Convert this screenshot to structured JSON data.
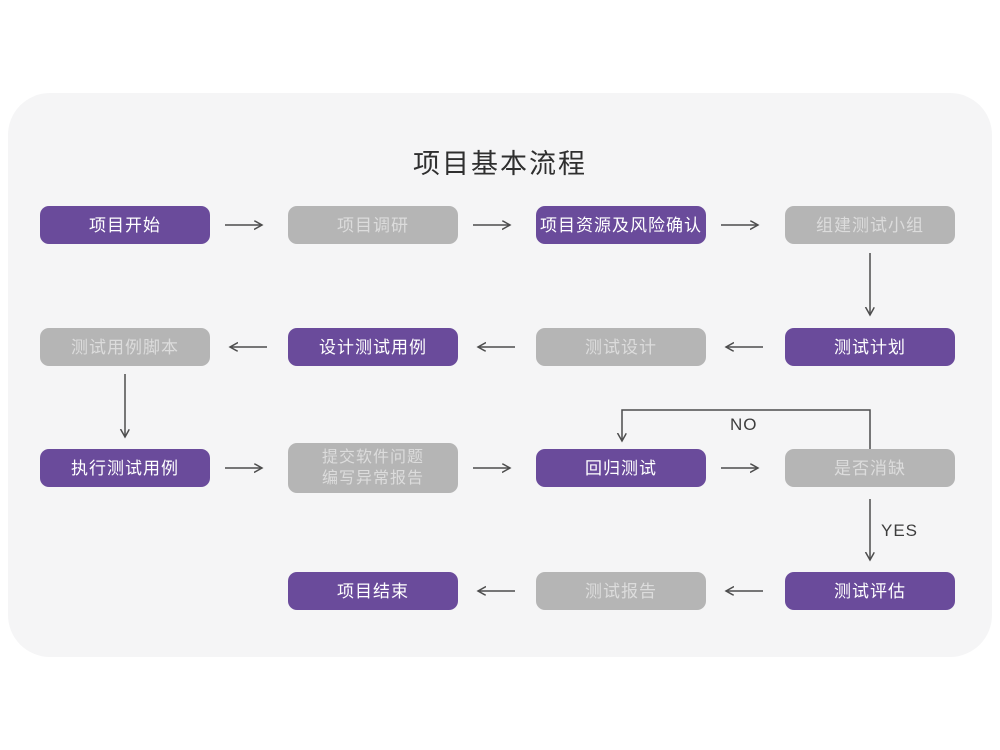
{
  "title": "项目基本流程",
  "colors": {
    "purple": "#6a4b9b",
    "gray": "#b5b5b5",
    "card_bg": "#f5f5f6",
    "line": "#4d4d4d"
  },
  "branch_labels": {
    "no": "NO",
    "yes": "YES"
  },
  "nodes": {
    "project_start": {
      "label": "项目开始",
      "variant": "purple"
    },
    "project_research": {
      "label": "项目调研",
      "variant": "gray"
    },
    "resource_risk": {
      "label": "项目资源及风险确认",
      "variant": "purple"
    },
    "build_test_team": {
      "label": "组建测试小组",
      "variant": "gray"
    },
    "test_case_script": {
      "label": "测试用例脚本",
      "variant": "gray"
    },
    "design_test_case": {
      "label": "设计测试用例",
      "variant": "purple"
    },
    "test_design": {
      "label": "测试设计",
      "variant": "gray"
    },
    "test_plan": {
      "label": "测试计划",
      "variant": "purple"
    },
    "execute_test_case": {
      "label": "执行测试用例",
      "variant": "purple"
    },
    "submit_issue_report": {
      "label": "提交软件问题\n编写异常报告",
      "variant": "gray"
    },
    "regression_test": {
      "label": "回归测试",
      "variant": "purple"
    },
    "defect_cleared": {
      "label": "是否消缺",
      "variant": "gray"
    },
    "test_evaluation": {
      "label": "测试评估",
      "variant": "purple"
    },
    "test_report": {
      "label": "测试报告",
      "variant": "gray"
    },
    "project_end": {
      "label": "项目结束",
      "variant": "purple"
    }
  }
}
